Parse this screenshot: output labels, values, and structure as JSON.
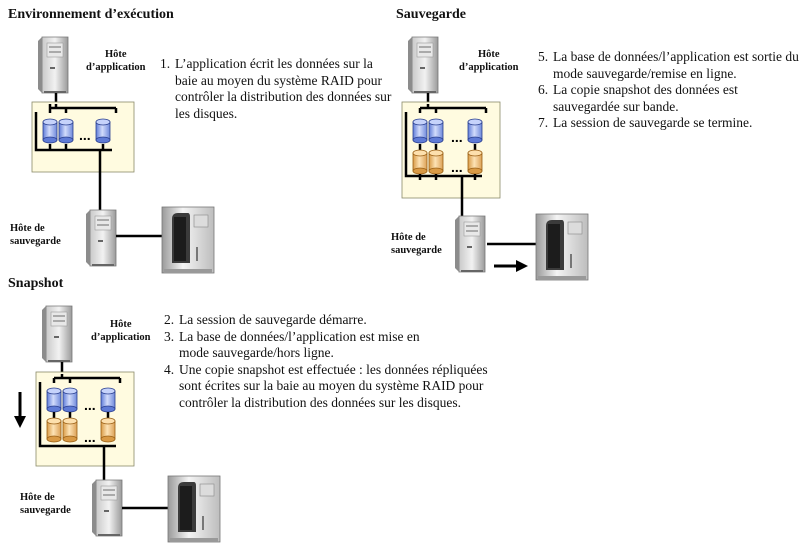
{
  "sections": {
    "runtime": {
      "title": "Environnement d’exécution",
      "app_host_label": [
        "Hôte",
        "d’application"
      ],
      "backup_host_label": [
        "Hôte de",
        "sauvegarde"
      ],
      "steps": [
        {
          "num": "1.",
          "text": "L’application écrit les données sur la baie au moyen du système RAID pour contrôler la distribution des données sur les disques."
        }
      ]
    },
    "backup": {
      "title": "Sauvegarde",
      "app_host_label": [
        "Hôte",
        "d’application"
      ],
      "backup_host_label": [
        "Hôte de",
        "sauvegarde"
      ],
      "steps": [
        {
          "num": "5.",
          "text": "La base de données/l’application est sortie du mode sauvegarde/remise en ligne."
        },
        {
          "num": "6.",
          "text": "La copie snapshot des données est sauvegardée sur bande."
        },
        {
          "num": "7.",
          "text": "La session de sauvegarde se termine."
        }
      ]
    },
    "snapshot": {
      "title": "Snapshot",
      "app_host_label": [
        "Hôte",
        "d’application"
      ],
      "backup_host_label": [
        "Hôte de",
        "sauvegarde"
      ],
      "steps": [
        {
          "num": "2.",
          "text": "La session de sauvegarde démarre."
        },
        {
          "num": "3.",
          "text": "La base de données/l’application est mise en mode sauvegarde/hors ligne."
        },
        {
          "num": "4.",
          "text": "Une copie snapshot est effectuée : les données répliquées sont écrites sur la baie au moyen du système RAID pour contrôler la distribution des données sur les disques."
        }
      ]
    }
  },
  "icons": {
    "server": "server-tower-icon",
    "tape_library": "tape-library-icon",
    "disk_blue": "blue-disk-icon",
    "disk_orange": "orange-disk-icon",
    "arrow": "arrow-icon"
  },
  "colors": {
    "array_fill": "#fffbe0",
    "disk_blue": "#8ea6e8",
    "disk_orange": "#e8b66a",
    "line": "#000000"
  },
  "ellipsis": "..."
}
